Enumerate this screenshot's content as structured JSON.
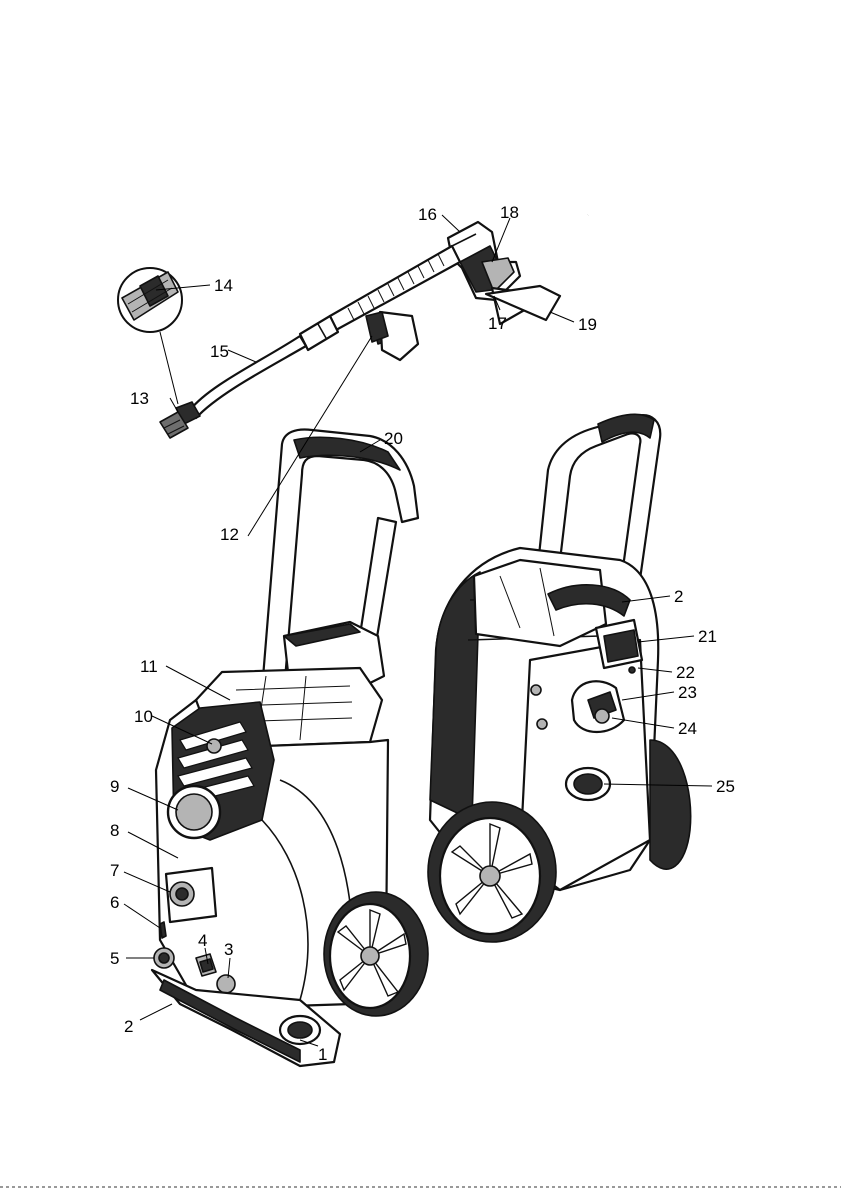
{
  "callouts": [
    {
      "num": "1"
    },
    {
      "num": "2"
    },
    {
      "num": "3"
    },
    {
      "num": "4"
    },
    {
      "num": "5"
    },
    {
      "num": "6"
    },
    {
      "num": "7"
    },
    {
      "num": "8"
    },
    {
      "num": "9"
    },
    {
      "num": "10"
    },
    {
      "num": "11"
    },
    {
      "num": "12"
    },
    {
      "num": "13"
    },
    {
      "num": "14"
    },
    {
      "num": "15"
    },
    {
      "num": "16"
    },
    {
      "num": "17"
    },
    {
      "num": "18"
    },
    {
      "num": "19"
    },
    {
      "num": "20"
    },
    {
      "num": "2"
    },
    {
      "num": "21"
    },
    {
      "num": "22"
    },
    {
      "num": "23"
    },
    {
      "num": "24"
    },
    {
      "num": "25"
    }
  ]
}
